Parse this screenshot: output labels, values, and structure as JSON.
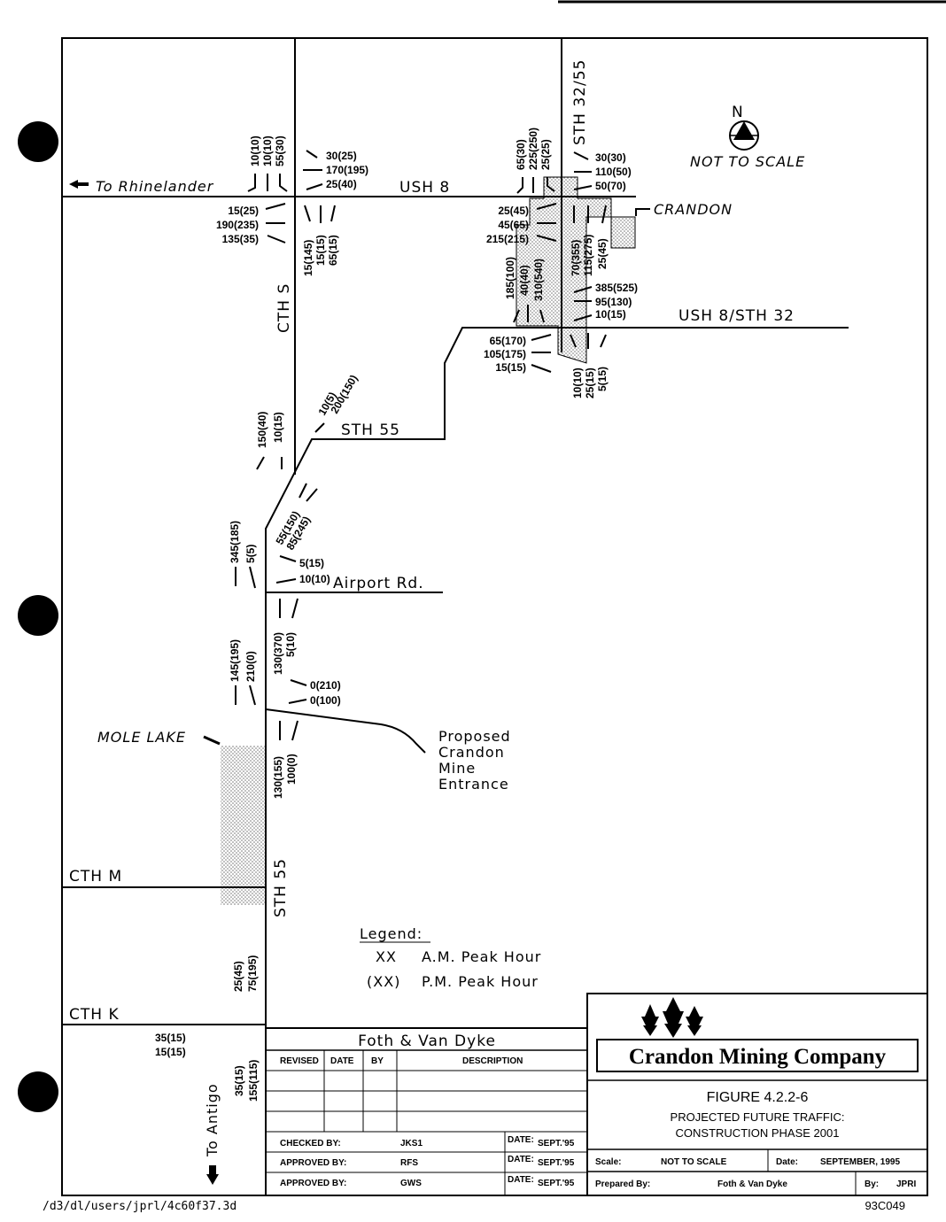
{
  "roads": {
    "ush8": "USH 8",
    "ush8_sth32": "USH 8/STH 32",
    "sth_32_55": "STH 32/55",
    "cth_s": "CTH S",
    "sth55_upper": "STH 55",
    "sth55_lower": "STH 55",
    "airport_rd": "Airport Rd.",
    "cth_m": "CTH M",
    "cth_k": "CTH K"
  },
  "places": {
    "to_rhinelander": "To Rhinelander",
    "to_antigo": "To Antigo",
    "crandon": "CRANDON",
    "mole_lake": "MOLE LAKE",
    "mine_entrance": [
      "Proposed",
      "Crandon",
      "Mine",
      "Entrance"
    ]
  },
  "north": {
    "letter": "N",
    "note": "NOT TO SCALE"
  },
  "legend": {
    "title": "Legend:",
    "items": [
      {
        "key": "XX",
        "text": "A.M. Peak Hour"
      },
      {
        "key": "(XX)",
        "text": "P.M. Peak Hour"
      }
    ]
  },
  "traffic_counts": {
    "ush8_cths_sb": [
      "10(10)",
      "10(10)",
      "55(30)"
    ],
    "ush8_cths_wb": [
      "30(25)",
      "170(195)",
      "25(40)"
    ],
    "ush8_cths_eb": [
      "15(25)",
      "190(235)",
      "135(35)"
    ],
    "ush8_cths_nb": [
      "15(145)",
      "15(15)",
      "65(15)"
    ],
    "ush8_sth_sb": [
      "65(30)",
      "225(250)",
      "25(25)"
    ],
    "ush8_sth_wb": [
      "30(30)",
      "110(50)",
      "50(70)"
    ],
    "ush8_sth_eb": [
      "25(45)",
      "45(65)",
      "215(215)"
    ],
    "ush8_sth_nb": [
      "70(355)",
      "115(275)",
      "25(45)"
    ],
    "ush8sth32_sb": [
      "185(100)",
      "40(40)",
      "310(540)"
    ],
    "ush8sth32_wb": [
      "385(525)",
      "95(130)",
      "10(15)"
    ],
    "ush8sth32_eb": [
      "65(170)",
      "105(175)",
      "15(15)"
    ],
    "ush8sth32_nb": [
      "10(10)",
      "25(15)",
      "5(15)"
    ],
    "cths_sth55_ne": [
      "10(5)",
      "200(150)"
    ],
    "cths_sth55_sb": [
      "150(40)",
      "10(15)"
    ],
    "sth55_ne": [
      "55(150)",
      "85(245)"
    ],
    "airport_sb": [
      "345(185)",
      "5(5)"
    ],
    "airport_wb": [
      "5(15)",
      "10(10)"
    ],
    "airport_nb": [
      "130(370)",
      "5(10)"
    ],
    "mine_sb": [
      "145(195)",
      "210(0)"
    ],
    "mine_wb": [
      "0(210)",
      "0(100)"
    ],
    "mine_nb": [
      "130(155)",
      "100(0)"
    ],
    "cthm_cthk": [
      "25(45)",
      "75(195)"
    ],
    "cthk_w": [
      "35(15)",
      "15(15)"
    ],
    "cthk_sth55": [
      "35(15)",
      "155(115)"
    ]
  },
  "title_block": {
    "firm": "Foth & Van Dyke",
    "columns": [
      "REVISED",
      "DATE",
      "BY",
      "DESCRIPTION"
    ],
    "checks": [
      {
        "label": "CHECKED BY:",
        "initials": "JKS1",
        "date_label": "DATE:",
        "date": "SEPT.'95"
      },
      {
        "label": "APPROVED BY:",
        "initials": "RFS",
        "date_label": "DATE:",
        "date": "SEPT.'95"
      },
      {
        "label": "APPROVED BY:",
        "initials": "GWS",
        "date_label": "DATE:",
        "date": "SEPT.'95"
      }
    ],
    "company": "Crandon Mining Company",
    "figure": "FIGURE 4.2.2-6",
    "subtitle_1": "PROJECTED FUTURE TRAFFIC:",
    "subtitle_2": "CONSTRUCTION PHASE 2001",
    "scale_label": "Scale:",
    "scale": "NOT TO SCALE",
    "date_label": "Date:",
    "date": "SEPTEMBER, 1995",
    "prepared_label": "Prepared By:",
    "prepared": "Foth & Van Dyke",
    "by_label": "By:",
    "by": "JPRI"
  },
  "file_path": "/d3/dl/users/jprl/4c60f37.3d",
  "drawing_number": "93C049",
  "colors": {
    "ink": "#000000",
    "paper": "#ffffff",
    "shade": "#c8c8c8"
  }
}
